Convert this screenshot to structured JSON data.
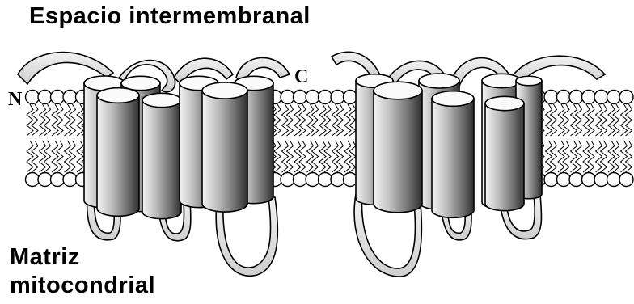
{
  "labels": {
    "intermembrane_space": "Espacio intermembranal",
    "matrix_line1": "Matriz",
    "matrix_line2": "mitocondrial",
    "n_terminus": "N",
    "c_terminus": "C"
  },
  "colors": {
    "ink": "#000000",
    "helix_light": "#f2f2f2",
    "helix_dark": "#5a5a5a",
    "ribbon": "#e6e6e6"
  },
  "structure": {
    "domains": 2,
    "helices_per_domain": 6
  }
}
